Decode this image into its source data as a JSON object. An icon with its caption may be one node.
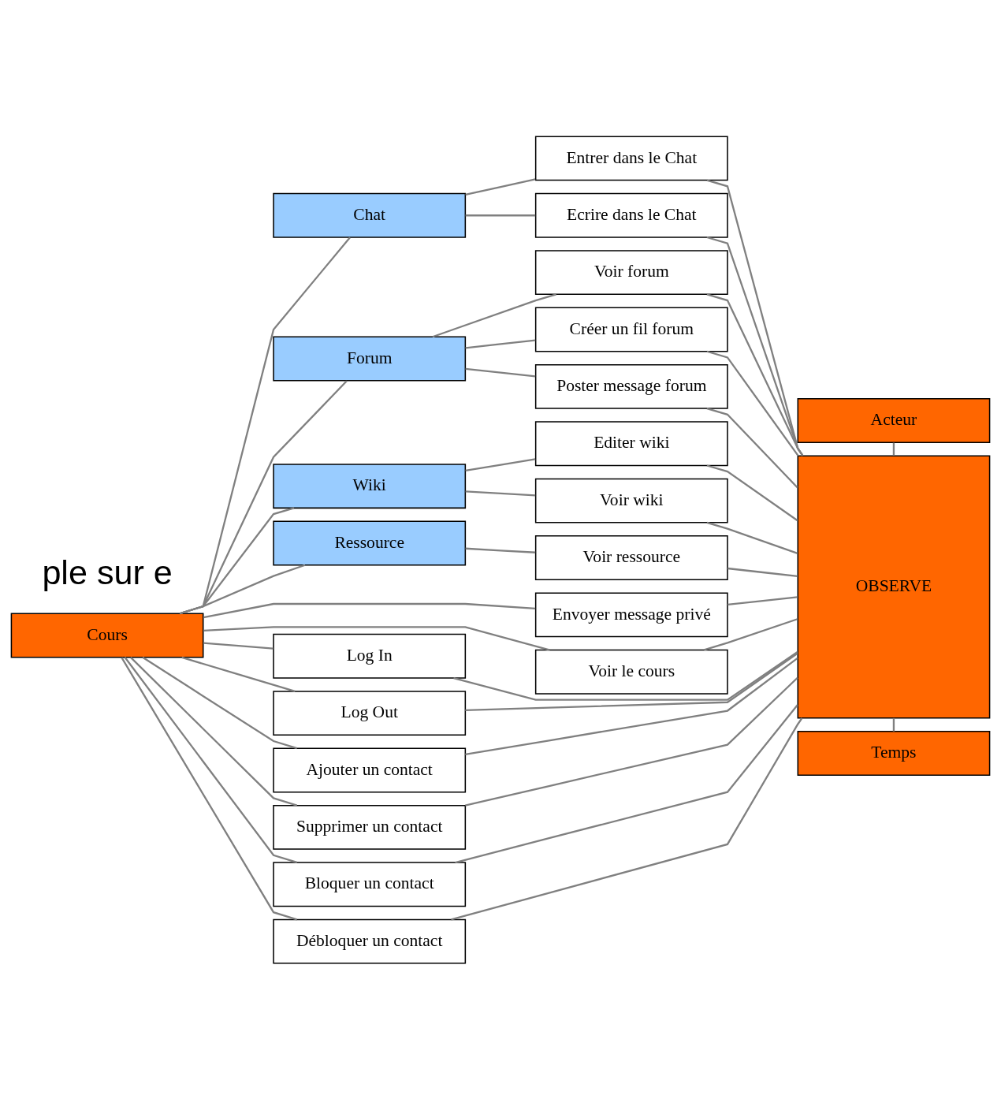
{
  "diagram": {
    "nodes": [
      {
        "text": [
          "Cours"
        ]
      },
      {
        "text": [
          "Chat"
        ]
      },
      {
        "text": [
          "Forum"
        ]
      },
      {
        "text": [
          "Wiki"
        ]
      },
      {
        "text": [
          "Ressource"
        ]
      },
      {
        "text": [
          "Entrer dans le Chat"
        ]
      },
      {
        "text": [
          "Ecrire dans le Chat"
        ]
      },
      {
        "text": [
          "Envoyer message privé"
        ]
      },
      {
        "text": [
          "Voir forum"
        ]
      },
      {
        "text": [
          "Créer un fil forum"
        ]
      },
      {
        "text": [
          "Poster message forum"
        ]
      },
      {
        "text": [
          "Editer wiki"
        ]
      },
      {
        "text": [
          "Voir wiki"
        ]
      },
      {
        "text": [
          "Voir ressource"
        ]
      },
      {
        "text": [
          "Voir le cours"
        ]
      },
      {
        "text": [
          "Log In"
        ]
      },
      {
        "text": [
          "Log Out"
        ]
      },
      {
        "text": [
          "Ajouter un contact"
        ]
      },
      {
        "text": [
          "Supprimer un contact"
        ]
      },
      {
        "text": [
          "Bloquer un contact"
        ]
      },
      {
        "text": [
          "Débloquer un contact"
        ]
      },
      {
        "text": [
          "Acteur"
        ]
      },
      {
        "text": [
          "OBSERVE"
        ]
      },
      {
        "text": [
          "Temps"
        ]
      }
    ],
    "edges": [
      {
        "from": 0,
        "to": 1,
        "arrow": "none"
      },
      {
        "from": 0,
        "to": 2,
        "arrow": "none"
      },
      {
        "from": 0,
        "to": 3,
        "arrow": "none"
      },
      {
        "from": 0,
        "to": 4,
        "arrow": "none"
      },
      {
        "from": 1,
        "to": 5,
        "arrow": "none"
      },
      {
        "from": 1,
        "to": 6,
        "arrow": "none"
      },
      {
        "from": 0,
        "to": 7,
        "arrow": "none"
      },
      {
        "from": 2,
        "to": 8,
        "arrow": "none"
      },
      {
        "from": 2,
        "to": 9,
        "arrow": "none"
      },
      {
        "from": 2,
        "to": 10,
        "arrow": "none"
      },
      {
        "from": 3,
        "to": 11,
        "arrow": "none"
      },
      {
        "from": 3,
        "to": 12,
        "arrow": "none"
      },
      {
        "from": 4,
        "to": 13,
        "arrow": "none"
      },
      {
        "from": 0,
        "to": 14,
        "arrow": "none"
      },
      {
        "from": 0,
        "to": 15,
        "arrow": "none"
      },
      {
        "from": 0,
        "to": 16,
        "arrow": "none"
      },
      {
        "from": 0,
        "to": 17,
        "arrow": "none"
      },
      {
        "from": 0,
        "to": 18,
        "arrow": "none"
      },
      {
        "from": 0,
        "to": 19,
        "arrow": "none"
      },
      {
        "from": 0,
        "to": 20,
        "arrow": "none"
      },
      {
        "from": 5,
        "to": 22,
        "arrow": "none"
      },
      {
        "from": 6,
        "to": 22,
        "arrow": "none"
      },
      {
        "from": 7,
        "to": 22,
        "arrow": "none"
      },
      {
        "from": 8,
        "to": 22,
        "arrow": "none"
      },
      {
        "from": 9,
        "to": 22,
        "arrow": "none"
      },
      {
        "from": 10,
        "to": 22,
        "arrow": "none"
      },
      {
        "from": 11,
        "to": 22,
        "arrow": "none"
      },
      {
        "from": 12,
        "to": 22,
        "arrow": "none"
      },
      {
        "from": 13,
        "to": 22,
        "arrow": "none"
      },
      {
        "from": 14,
        "to": 22,
        "arrow": "none"
      },
      {
        "from": 15,
        "to": 22,
        "arrow": "none"
      },
      {
        "from": 16,
        "to": 22,
        "arrow": "none"
      },
      {
        "from": 17,
        "to": 22,
        "arrow": "none"
      },
      {
        "from": 18,
        "to": 22,
        "arrow": "none"
      },
      {
        "from": 19,
        "to": 22,
        "arrow": "none"
      },
      {
        "from": 20,
        "to": 22,
        "arrow": "none"
      },
      {
        "from": 21,
        "to": 22,
        "arrow": "none"
      },
      {
        "from": 22,
        "to": 23,
        "arrow": "none"
      }
    ],
    "labels": [
      "ple sur e"
    ]
  }
}
